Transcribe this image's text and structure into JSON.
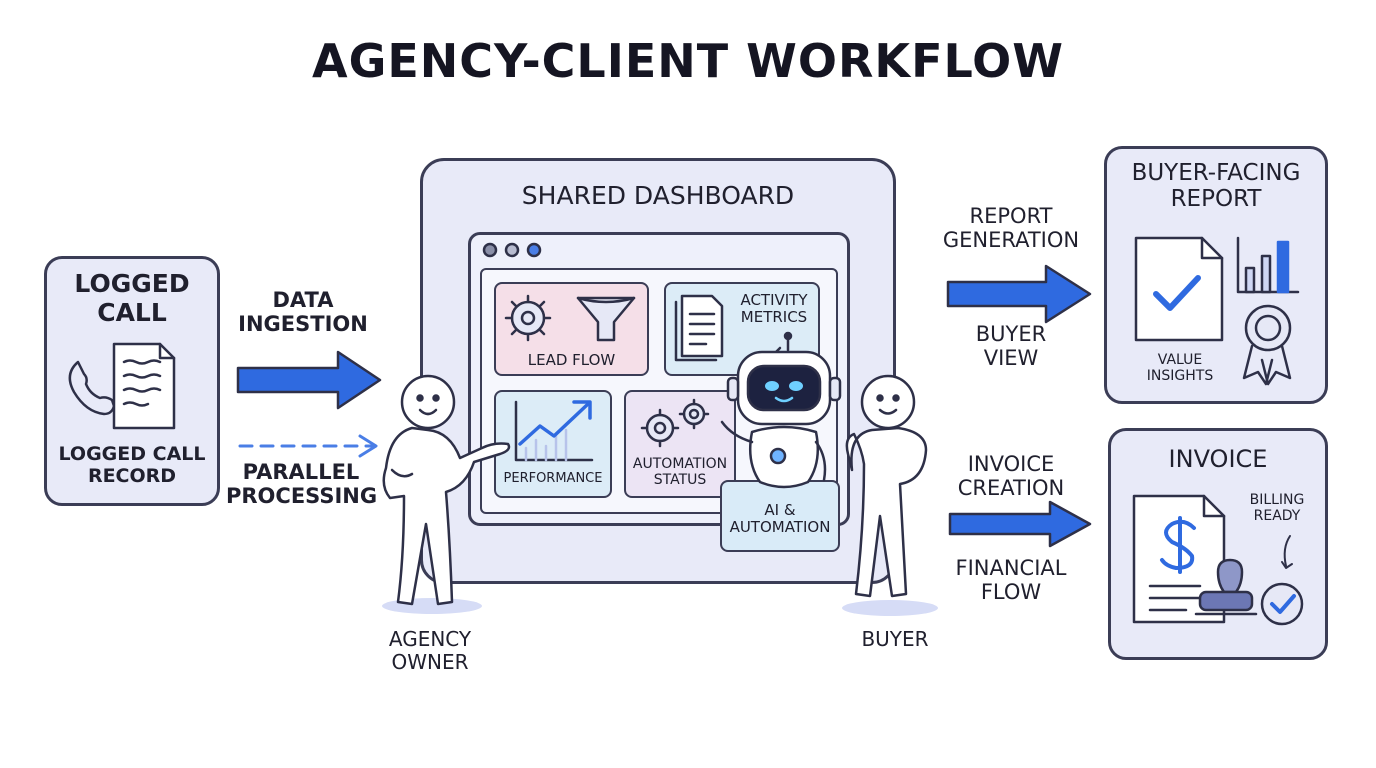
{
  "title": "AGENCY-CLIENT WORKFLOW",
  "logged_call": {
    "heading": "LOGGED\nCALL",
    "record_label": "LOGGED CALL\nRECORD",
    "icons": [
      "phone-icon",
      "document-icon"
    ]
  },
  "left_flows": {
    "data_ingestion": "DATA\nINGESTION",
    "parallel_processing": "PARALLEL\nPROCESSING"
  },
  "dashboard": {
    "heading": "SHARED DASHBOARD",
    "tiles": {
      "lead_flow": "LEAD FLOW",
      "activity_metrics": "ACTIVITY\nMETRICS",
      "performance": "PERFORMANCE",
      "automation_status": "AUTOMATION\nSTATUS",
      "ai_automation": "AI &\nAUTOMATION"
    }
  },
  "people": {
    "agency_owner": "AGENCY\nOWNER",
    "buyer": "BUYER"
  },
  "right_flows": {
    "report_generation": "REPORT\nGENERATION",
    "buyer_view": "BUYER\nVIEW",
    "invoice_creation": "INVOICE\nCREATION",
    "financial_flow": "FINANCIAL\nFLOW"
  },
  "report": {
    "heading": "BUYER-FACING\nREPORT",
    "value_insights": "VALUE\nINSIGHTS"
  },
  "invoice": {
    "heading": "INVOICE",
    "billing_ready": "BILLING\nREADY"
  },
  "colors": {
    "accent_blue": "#2f6ae0",
    "panel_fill": "#e8eaf8",
    "outline": "#3b3d56"
  }
}
